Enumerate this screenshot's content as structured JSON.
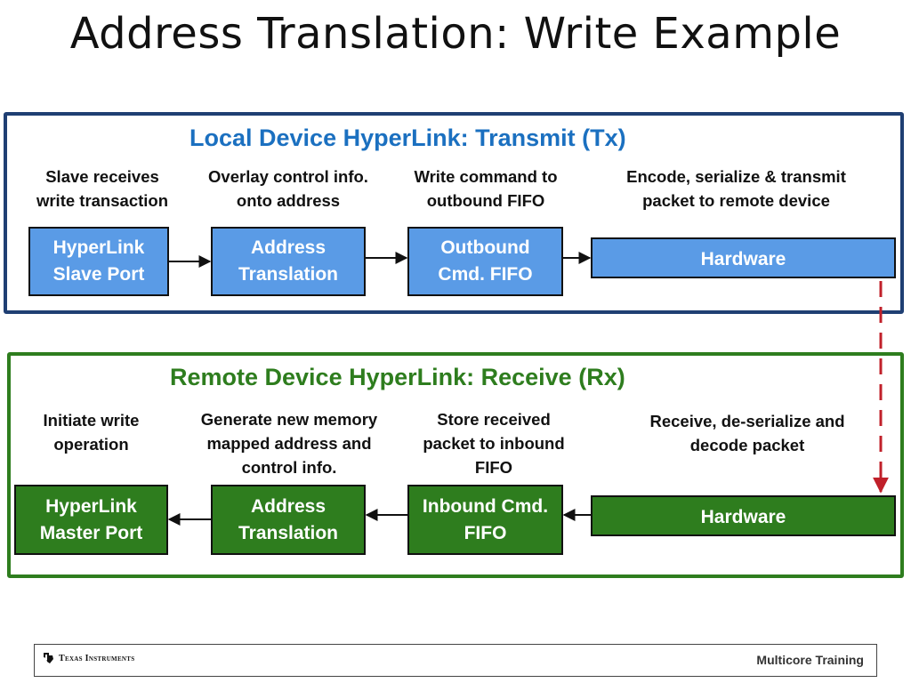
{
  "title": "Address Translation: Write Example",
  "tx": {
    "heading": "Local Device HyperLink: Transmit (Tx)",
    "steps": [
      {
        "desc": "Slave receives\nwrite transaction",
        "box": "HyperLink\nSlave Port"
      },
      {
        "desc": "Overlay control info.\nonto address",
        "box": "Address\nTranslation"
      },
      {
        "desc": "Write command to\noutbound FIFO",
        "box": "Outbound\nCmd.  FIFO"
      },
      {
        "desc": "Encode, serialize & transmit\npacket to remote device",
        "box": "Hardware"
      }
    ]
  },
  "rx": {
    "heading": "Remote Device HyperLink: Receive (Rx)",
    "steps": [
      {
        "desc": "Initiate write\noperation",
        "box": "HyperLink\nMaster Port"
      },
      {
        "desc": "Generate new memory\nmapped address and\ncontrol info.",
        "box": "Address\nTranslation"
      },
      {
        "desc": "Store received\npacket to inbound\nFIFO",
        "box": "Inbound Cmd.\nFIFO"
      },
      {
        "desc": "Receive, de-serialize and\ndecode packet",
        "box": "Hardware"
      }
    ]
  },
  "colors": {
    "tx_border": "#1f3f73",
    "tx_heading": "#1b70c0",
    "tx_box": "#5a9be6",
    "rx": "#2e7d1e",
    "link_arrow": "#c0202a"
  },
  "footer": {
    "logo_text": "Texas Instruments",
    "right": "Multicore Training",
    "logo_icon": "ti-state-logo-icon"
  }
}
